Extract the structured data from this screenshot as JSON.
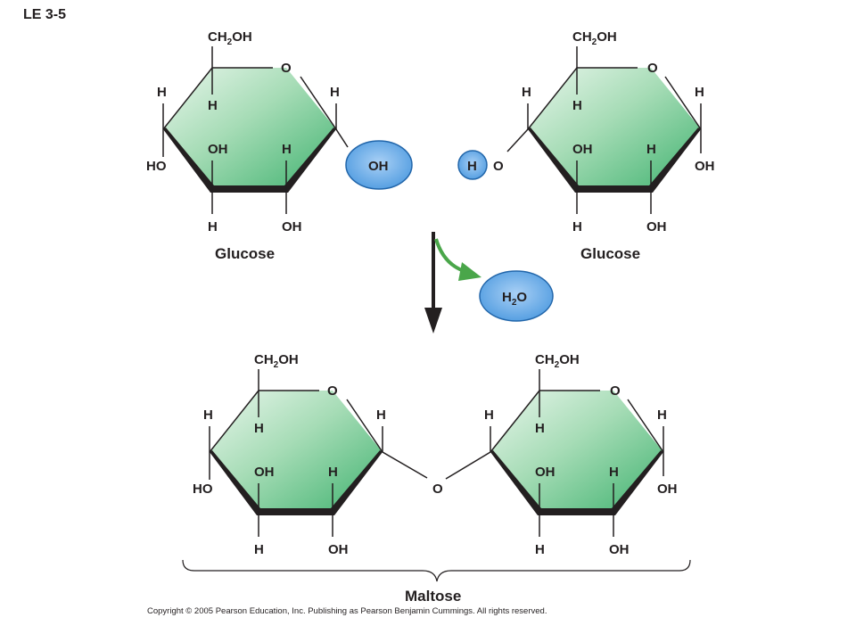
{
  "figure_label": "LE 3-5",
  "top": {
    "left_caption": "Glucose",
    "right_caption": "Glucose",
    "oh_bubble": "OH",
    "h_bubble": "H",
    "water_bubble": {
      "main": "H",
      "sub": "2",
      "tail": "O"
    }
  },
  "bottom": {
    "bridge_oxygen": "O",
    "caption": "Maltose"
  },
  "atoms": {
    "ch2": "CH",
    "two": "2",
    "oh": "OH",
    "ring_o": "O",
    "h": "H",
    "ho": "HO",
    "o": "O"
  },
  "copyright": "Copyright © 2005 Pearson Education, Inc. Publishing as Pearson Benjamin Cummings. All rights reserved.",
  "colors": {
    "ring_light": "#d8efdc",
    "ring_dark": "#4dba7a",
    "bubble_fill": "#5fa8e8",
    "bubble_stroke": "#2266aa",
    "arrow_green": "#4aa64a",
    "ink": "#231f20"
  }
}
